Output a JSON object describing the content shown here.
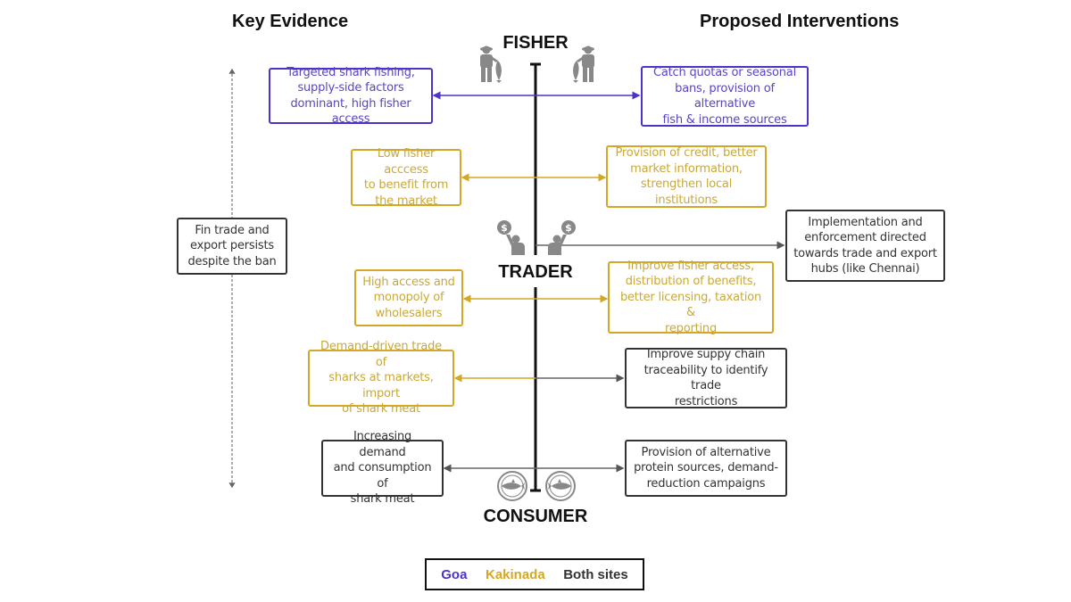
{
  "headings": {
    "left": "Key Evidence",
    "right": "Proposed Interventions"
  },
  "nodes": {
    "fisher": "FISHER",
    "trader": "TRADER",
    "consumer": "CONSUMER"
  },
  "side_note": "Fin trade and\nexport persists\ndespite the ban",
  "evidence": [
    {
      "text": "Targeted shark fishing,\nsupply-side factors\ndominant, high fisher access",
      "site": "Goa"
    },
    {
      "text": "Low fisher acccess\nto benefit from\nthe market",
      "site": "Kakinada"
    },
    {
      "text": "High access and\nmonopoly of\nwholesalers",
      "site": "Kakinada"
    },
    {
      "text": "Demand-driven trade of\nsharks at markets, import\nof shark meat",
      "site": "Kakinada"
    },
    {
      "text": "Increasing demand\nand consumption of\nshark meat",
      "site": "Both sites"
    }
  ],
  "interventions": [
    {
      "text": "Catch quotas or seasonal\nbans, provision of alternative\nfish & income sources",
      "site": "Goa"
    },
    {
      "text": "Provision of credit, better\nmarket information,\nstrengthen local institutions",
      "site": "Kakinada"
    },
    {
      "text": "Implementation and\nenforcement directed\ntowards trade and export\nhubs (like Chennai)",
      "site": "Both sites"
    },
    {
      "text": "Improve fisher access,\ndistribution of benefits,\nbetter licensing, taxation &\nreporting",
      "site": "Kakinada"
    },
    {
      "text": "Improve suppy chain\ntraceability to identify trade\nrestrictions",
      "site": "Both sites"
    },
    {
      "text": "Provision of alternative\nprotein sources, demand-\nreduction campaigns",
      "site": "Both sites"
    }
  ],
  "legend": {
    "items": [
      {
        "label": "Goa",
        "color": "#4a35c8"
      },
      {
        "label": "Kakinada",
        "color": "#d4a826"
      },
      {
        "label": "Both sites",
        "color": "#333333"
      }
    ]
  },
  "colors": {
    "goa": "#4a35c8",
    "kakinada": "#d4a826",
    "both": "#333333",
    "icon_gray": "#8a8a8a"
  },
  "icons": {
    "fisher": "fisherman-with-fish-icon",
    "trader": "trader-with-coin-icon",
    "consumer": "shark-on-plate-icon"
  }
}
